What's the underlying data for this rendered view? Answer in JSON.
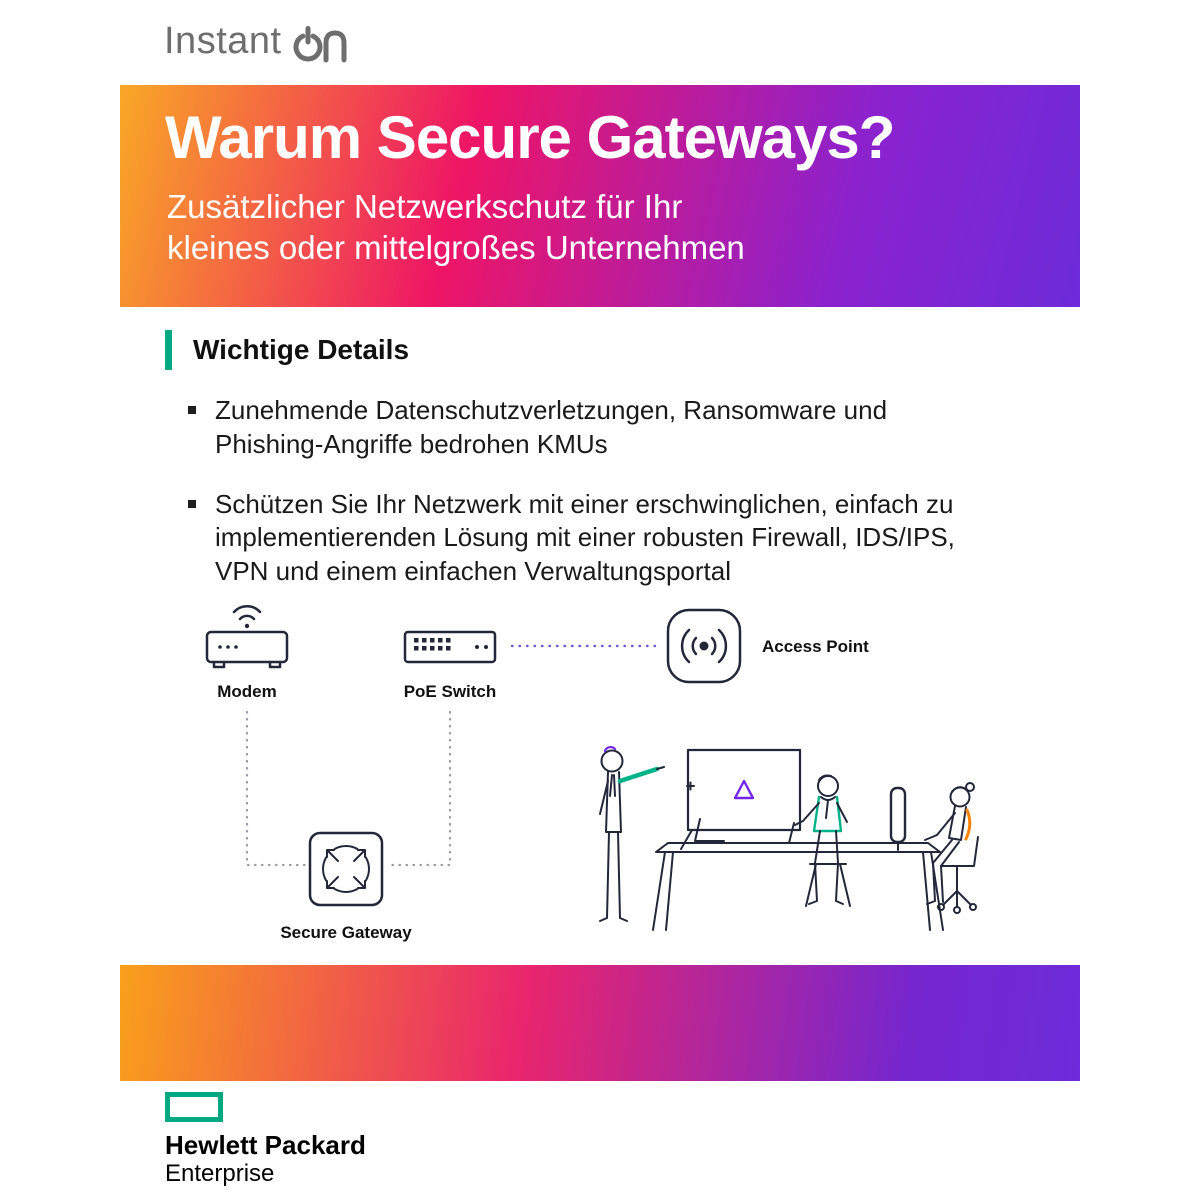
{
  "logo": {
    "brand": "Instant",
    "product": "on"
  },
  "banner": {
    "title": "Warum Secure Gateways?",
    "subtitle_line1": "Zusätzlicher Netzwerkschutz für Ihr",
    "subtitle_line2": "kleines oder mittelgroßes Unternehmen"
  },
  "details": {
    "heading": "Wichtige Details",
    "bullets": [
      "Zunehmende Datenschutzverletzungen, Ransomware und Phishing-Angriffe bedrohen KMUs",
      "Schützen Sie Ihr Netzwerk mit einer erschwinglichen, einfach zu implementierenden Lösung mit einer robusten Firewall, IDS/IPS, VPN und einem einfachen Verwaltungsportal"
    ]
  },
  "diagram": {
    "labels": {
      "modem": "Modem",
      "poe_switch": "PoE Switch",
      "access_point": "Access Point",
      "secure_gateway": "Secure Gateway"
    }
  },
  "footer": {
    "company_line1": "Hewlett Packard",
    "company_line2": "Enterprise"
  },
  "colors": {
    "hpe_green": "#01A982",
    "gradient_orange": "#F9A01B",
    "gradient_magenta": "#E9256D",
    "gradient_purple": "#6D2BD9",
    "illustration_teal": "#00B388",
    "illustration_purple": "#7425EA",
    "illustration_orange": "#FF8300",
    "logo_gray": "#6E6E6E",
    "text_dark": "#1A1A1A"
  }
}
